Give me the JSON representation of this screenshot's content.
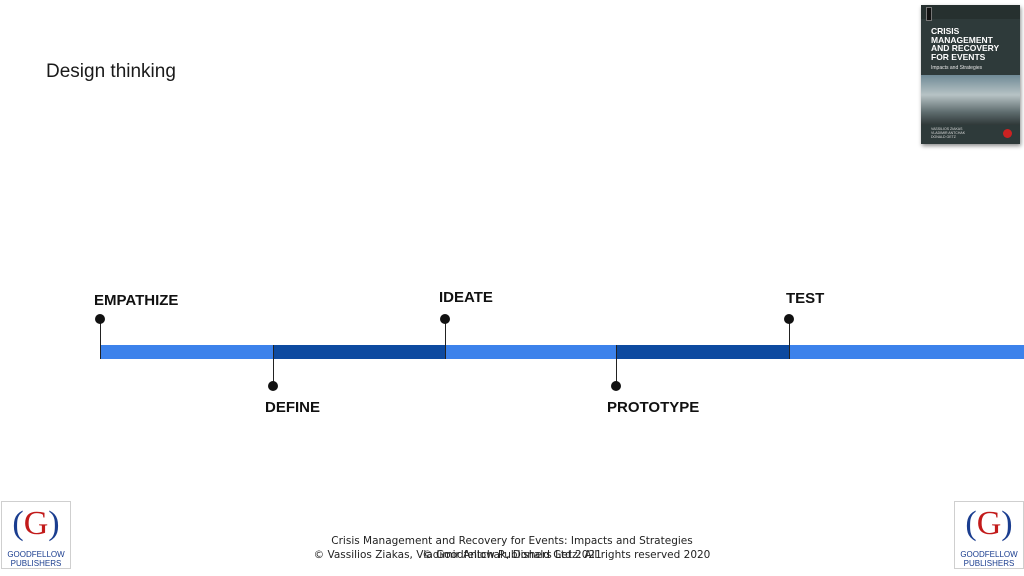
{
  "slide": {
    "title": "Design thinking"
  },
  "book_cover": {
    "title": "CRISIS\nMANAGEMENT\nAND RECOVERY\nFOR EVENTS",
    "subtitle": "Impacts and Strategies",
    "authors": "VASSILIOS ZIAKAS\nVLADIMIR ANTCHAK\nDONALD GETZ"
  },
  "timeline": {
    "stages": [
      {
        "label": "EMPATHIZE"
      },
      {
        "label": "DEFINE"
      },
      {
        "label": "IDEATE"
      },
      {
        "label": "PROTOTYPE"
      },
      {
        "label": "TEST"
      }
    ],
    "colors": {
      "light": "#3c82eb",
      "dark": "#0d4aa0"
    }
  },
  "publisher_logo": {
    "initial": "G",
    "name": "GOODFELLOW\nPUBLISHERS"
  },
  "footer": {
    "line1": "Crisis Management and Recovery for Events: Impacts and Strategies",
    "line2a": "© Vassilios Ziakas, Vladimir Antchak, Donald Getz: All rights reserved 2020",
    "line2b": "© Goodfellow Publishers Ltd 2021"
  }
}
